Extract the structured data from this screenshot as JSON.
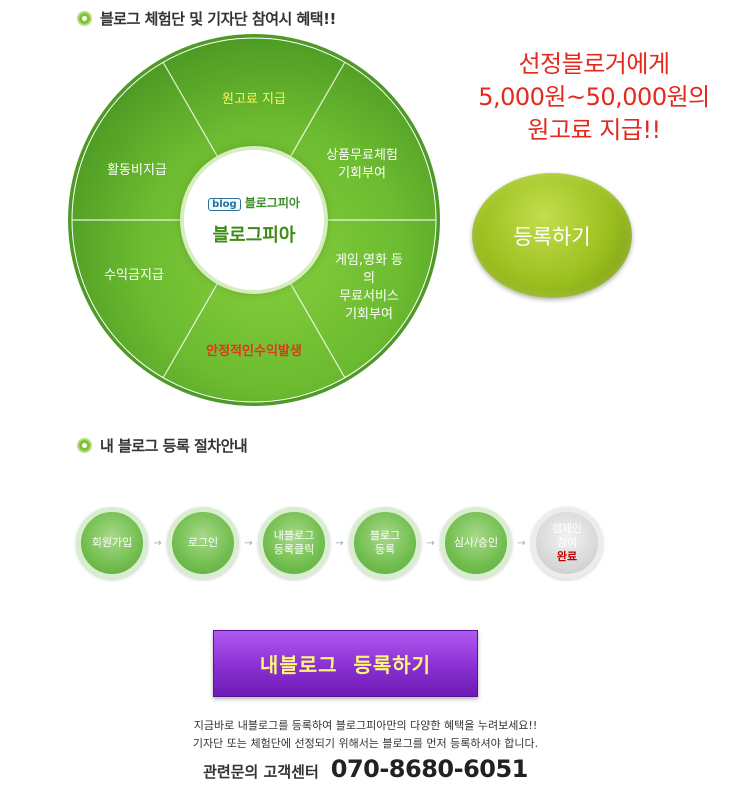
{
  "section1": {
    "title": "블로그 체험단 및 기자단  참여시 혜택!!"
  },
  "wheel": {
    "segments": {
      "top": "원고료 지급",
      "upper_right": "상품무료체험\n기회부여",
      "lower_right": "게임,영화 등의\n무료서비스\n기회부여",
      "bottom": "안정적인수익발생",
      "lower_left": "수익금지급",
      "upper_left": "활동비지급"
    },
    "center": {
      "logo_badge": "blog",
      "logo_text": "블로그피아",
      "name": "블로그피아"
    }
  },
  "promo": {
    "line1": "선정블로거에게",
    "line2": "5,000원~50,000원의",
    "line3": "원고료 지급!!"
  },
  "register_button": {
    "label": "등록하기"
  },
  "section2": {
    "title": "내 블로그 등록 절차안내"
  },
  "steps": [
    {
      "label": "회원가입"
    },
    {
      "label": "로그인"
    },
    {
      "line1": "내블로그",
      "line2": "등록클릭"
    },
    {
      "line1": "블로그",
      "line2": "등록"
    },
    {
      "label": "심사/승인"
    },
    {
      "line1": "캠페인",
      "line2": "참여",
      "line3": "완료"
    }
  ],
  "main_button": {
    "label": "내블로그  등록하기"
  },
  "info": {
    "line1": "지금바로 내블로그를 등록하여 블로그피아만의 다양한 혜택을 누려보세요!!",
    "line2": "기자단 또는 체험단에 선정되기 위해서는 블로그를 먼저 등록하셔야 합니다."
  },
  "contact": {
    "label": "관련문의 고객센터",
    "phone": "070-8680-6051"
  }
}
